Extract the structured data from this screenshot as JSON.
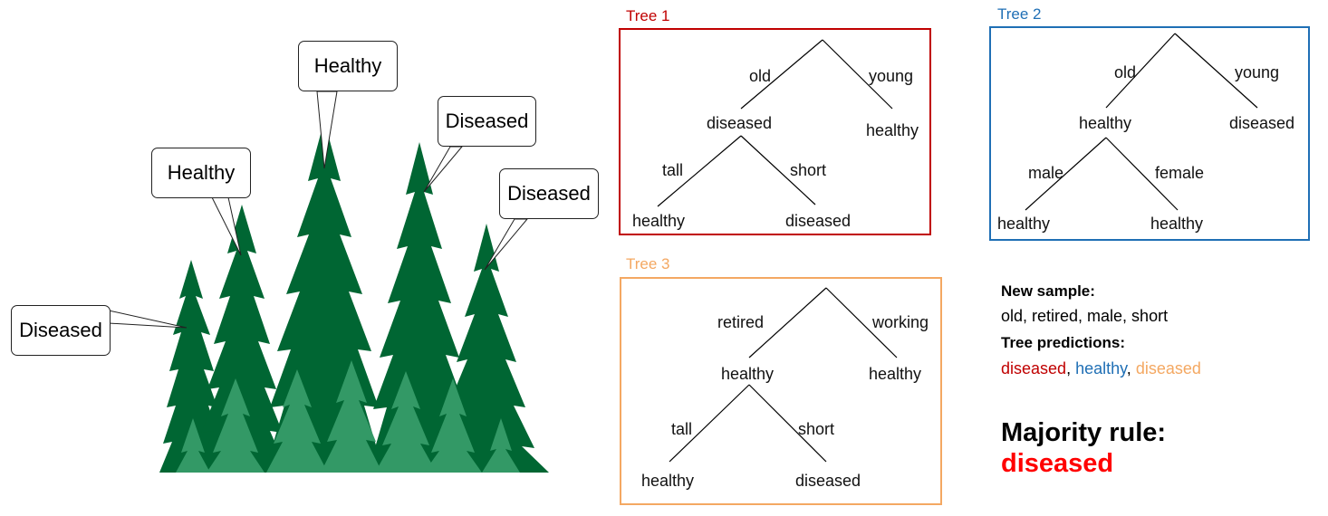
{
  "forest": {
    "callouts": [
      "Healthy",
      "Diseased",
      "Healthy",
      "Diseased",
      "Diseased"
    ]
  },
  "trees": [
    {
      "title": "Tree 1",
      "color": "#c00000",
      "root_left_edge": "old",
      "root_right_edge": "young",
      "left_node": "diseased",
      "right_leaf": "healthy",
      "sub_left_edge": "tall",
      "sub_right_edge": "short",
      "sub_left_leaf": "healthy",
      "sub_right_leaf": "diseased"
    },
    {
      "title": "Tree 2",
      "color": "#1f6fb5",
      "root_left_edge": "old",
      "root_right_edge": "young",
      "left_node": "healthy",
      "right_leaf": "diseased",
      "sub_left_edge": "male",
      "sub_right_edge": "female",
      "sub_left_leaf": "healthy",
      "sub_right_leaf": "healthy"
    },
    {
      "title": "Tree 3",
      "color": "#f4a862",
      "root_left_edge": "retired",
      "root_right_edge": "working",
      "left_node": "healthy",
      "right_leaf": "healthy",
      "sub_left_edge": "tall",
      "sub_right_edge": "short",
      "sub_left_leaf": "healthy",
      "sub_right_leaf": "diseased"
    }
  ],
  "summary": {
    "new_sample_label": "New sample:",
    "new_sample_values": "old, retired, male, short",
    "predictions_label": "Tree predictions:",
    "predictions": [
      {
        "text": "diseased",
        "color": "#c00000"
      },
      {
        "text": "healthy",
        "color": "#1f6fb5"
      },
      {
        "text": "diseased",
        "color": "#f4a862"
      }
    ],
    "separator": ", ",
    "majority_label": "Majority rule:",
    "majority_value": "diseased",
    "majority_color": "#ff0000"
  },
  "colors": {
    "tree_dark": "#006633",
    "tree_light": "#339966"
  }
}
